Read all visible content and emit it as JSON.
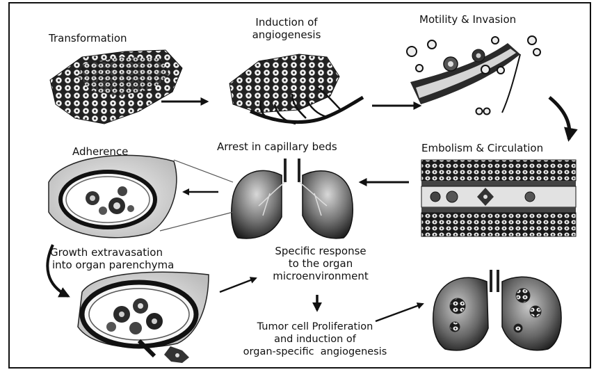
{
  "stages": {
    "transformation": "Transformation",
    "angiogenesis_l1": "Induction of",
    "angiogenesis_l2": "angiogenesis",
    "motility": "Motility & Invasion",
    "embolism": "Embolism & Circulation",
    "arrest": "Arrest in capillary beds",
    "adherence": "Adherence",
    "growth_l1": "Growth extravasation",
    "growth_l2": "into organ parenchyma",
    "specific_l1": "Specific response",
    "specific_l2": "to the organ",
    "specific_l3": "microenvironment",
    "prolif_l1": "Tumor cell Proliferation",
    "prolif_l2": "and induction of",
    "prolif_l3": "organ-specific  angiogenesis"
  }
}
